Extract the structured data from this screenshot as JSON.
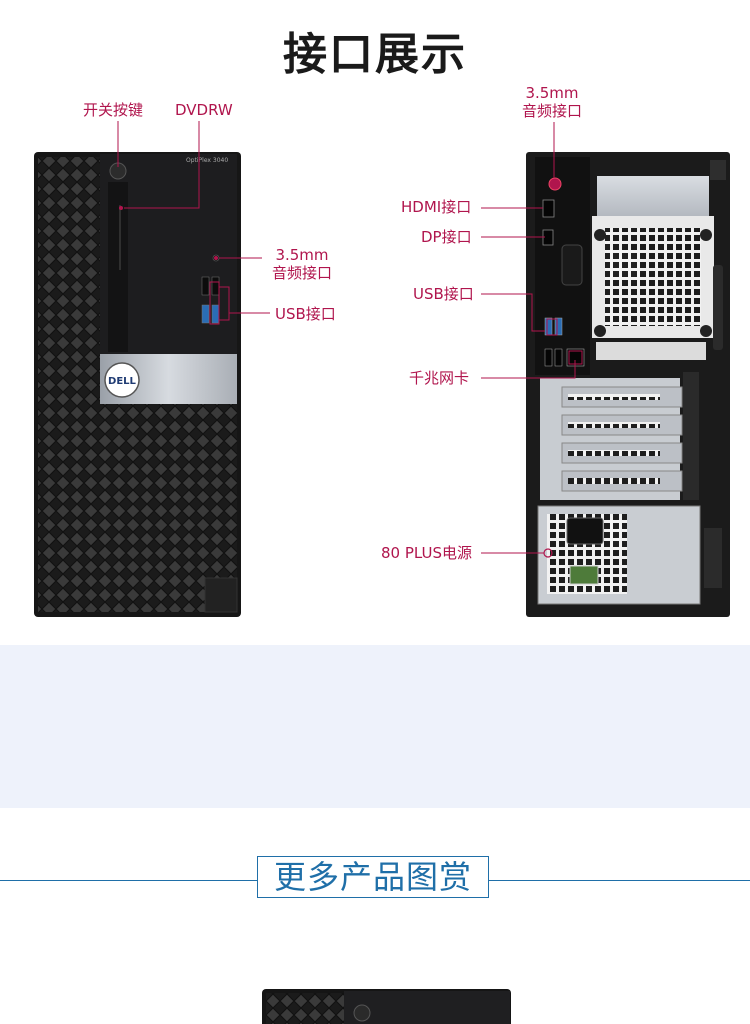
{
  "header": {
    "title": "接口展示"
  },
  "front": {
    "model_text": "OptiPlex 3040",
    "logo_text": "DELL",
    "labels": {
      "power": "开关按键",
      "dvd": "DVDRW",
      "audio_line1": "3.5mm",
      "audio_line2": "音频接口",
      "usb": "USB接口"
    }
  },
  "rear": {
    "labels": {
      "audio_line1": "3.5mm",
      "audio_line2": "音频接口",
      "hdmi": "HDMI接口",
      "dp": "DP接口",
      "usb": "USB接口",
      "lan": "千兆网卡",
      "psu": "80 PLUS电源"
    }
  },
  "gallery": {
    "title": "更多产品图赏"
  },
  "colors": {
    "callout": "#b0154d",
    "accent_blue": "#1f6fa8",
    "band": "#eef2fb"
  }
}
